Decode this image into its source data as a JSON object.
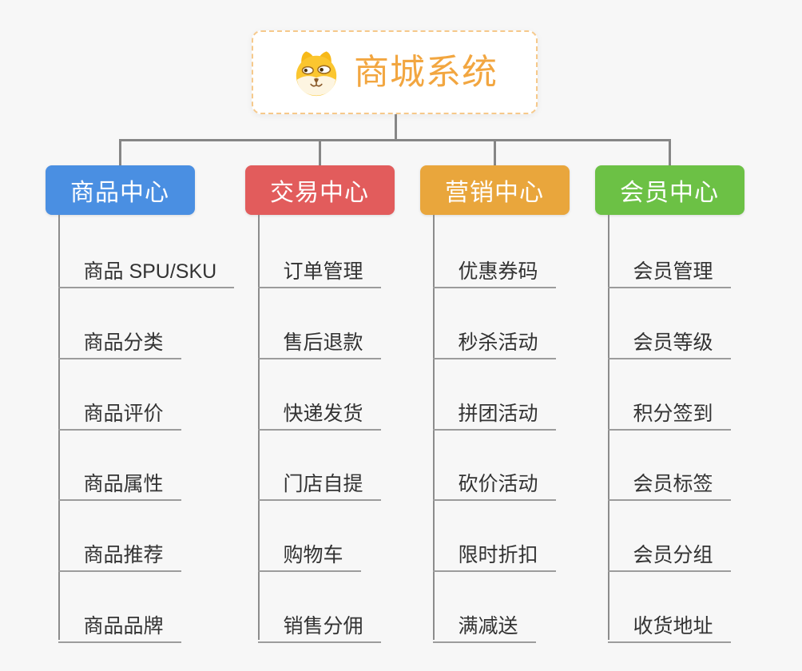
{
  "root": {
    "title": "商城系统",
    "icon": "doge-icon",
    "title_color": "#f2a640",
    "border_color": "#f6c98b"
  },
  "branches": [
    {
      "id": "product-center",
      "label": "商品中心",
      "color": "#4a8fe2",
      "items": [
        "商品 SPU/SKU",
        "商品分类",
        "商品评价",
        "商品属性",
        "商品推荐",
        "商品品牌"
      ]
    },
    {
      "id": "trade-center",
      "label": "交易中心",
      "color": "#e25c5c",
      "items": [
        "订单管理",
        "售后退款",
        "快递发货",
        "门店自提",
        "购物车",
        "销售分佣"
      ]
    },
    {
      "id": "marketing-center",
      "label": "营销中心",
      "color": "#e9a63c",
      "items": [
        "优惠券码",
        "秒杀活动",
        "拼团活动",
        "砍价活动",
        "限时折扣",
        "满减送"
      ]
    },
    {
      "id": "member-center",
      "label": "会员中心",
      "color": "#6cc145",
      "items": [
        "会员管理",
        "会员等级",
        "积分签到",
        "会员标签",
        "会员分组",
        "收货地址"
      ]
    }
  ],
  "lines": {
    "connector_color": "#868686",
    "trunk_color": "#8c8c8c",
    "underline_color": "#9c9c9c"
  }
}
